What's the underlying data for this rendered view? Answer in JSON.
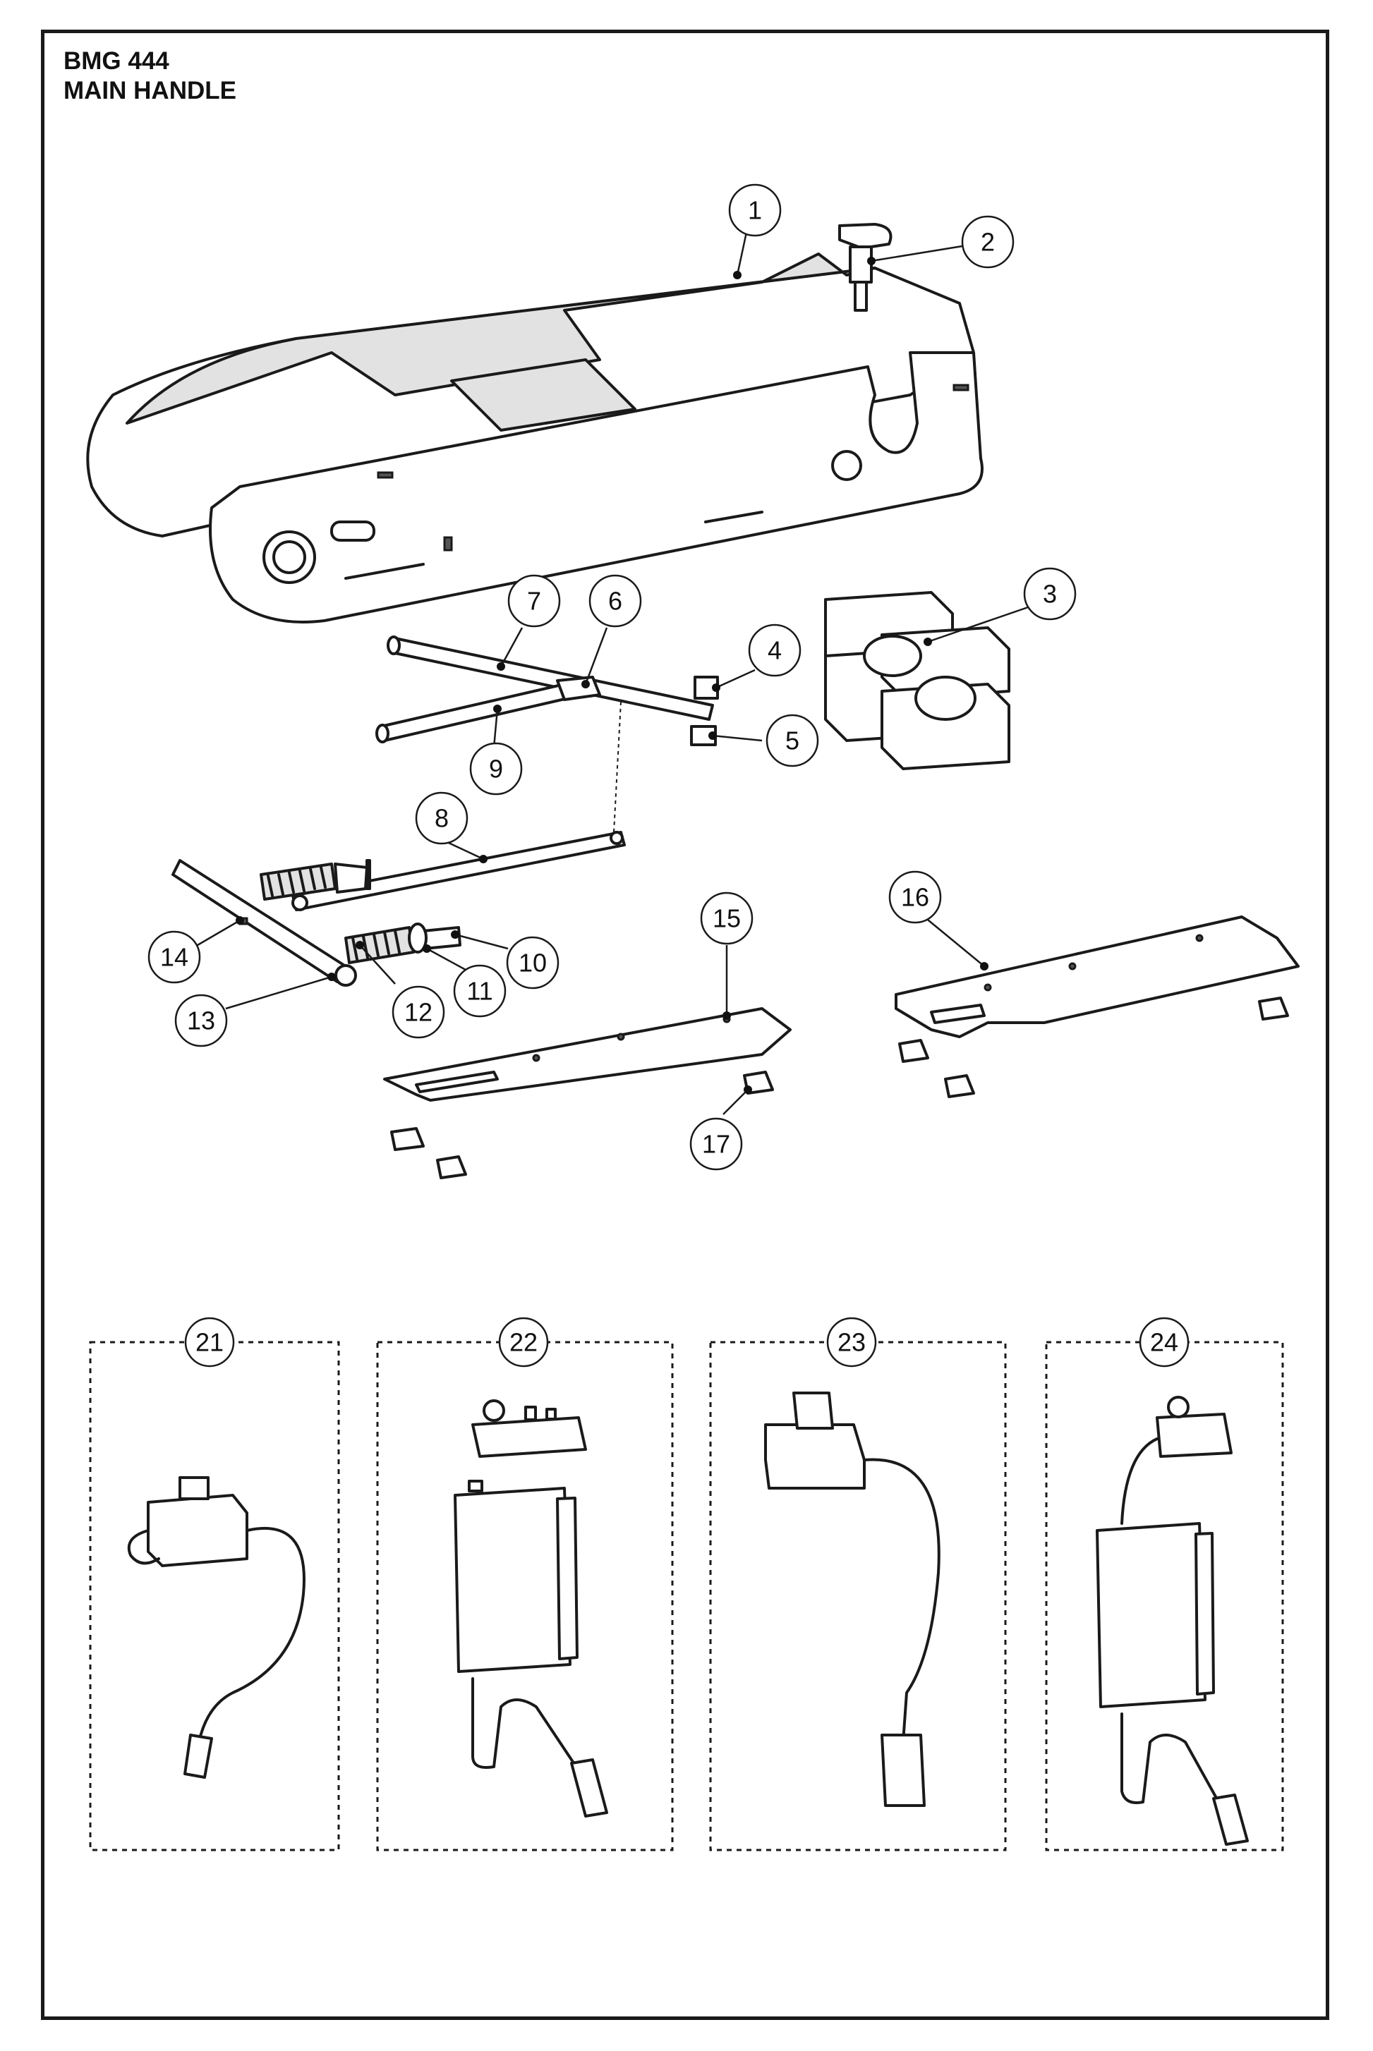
{
  "title": {
    "model": "BMG 444",
    "section": "MAIN HANDLE"
  },
  "callouts": [
    "1",
    "2",
    "3",
    "4",
    "5",
    "6",
    "7",
    "8",
    "9",
    "10",
    "11",
    "12",
    "13",
    "14",
    "15",
    "16",
    "17"
  ],
  "option_boxes": [
    "21",
    "22",
    "23",
    "24"
  ]
}
